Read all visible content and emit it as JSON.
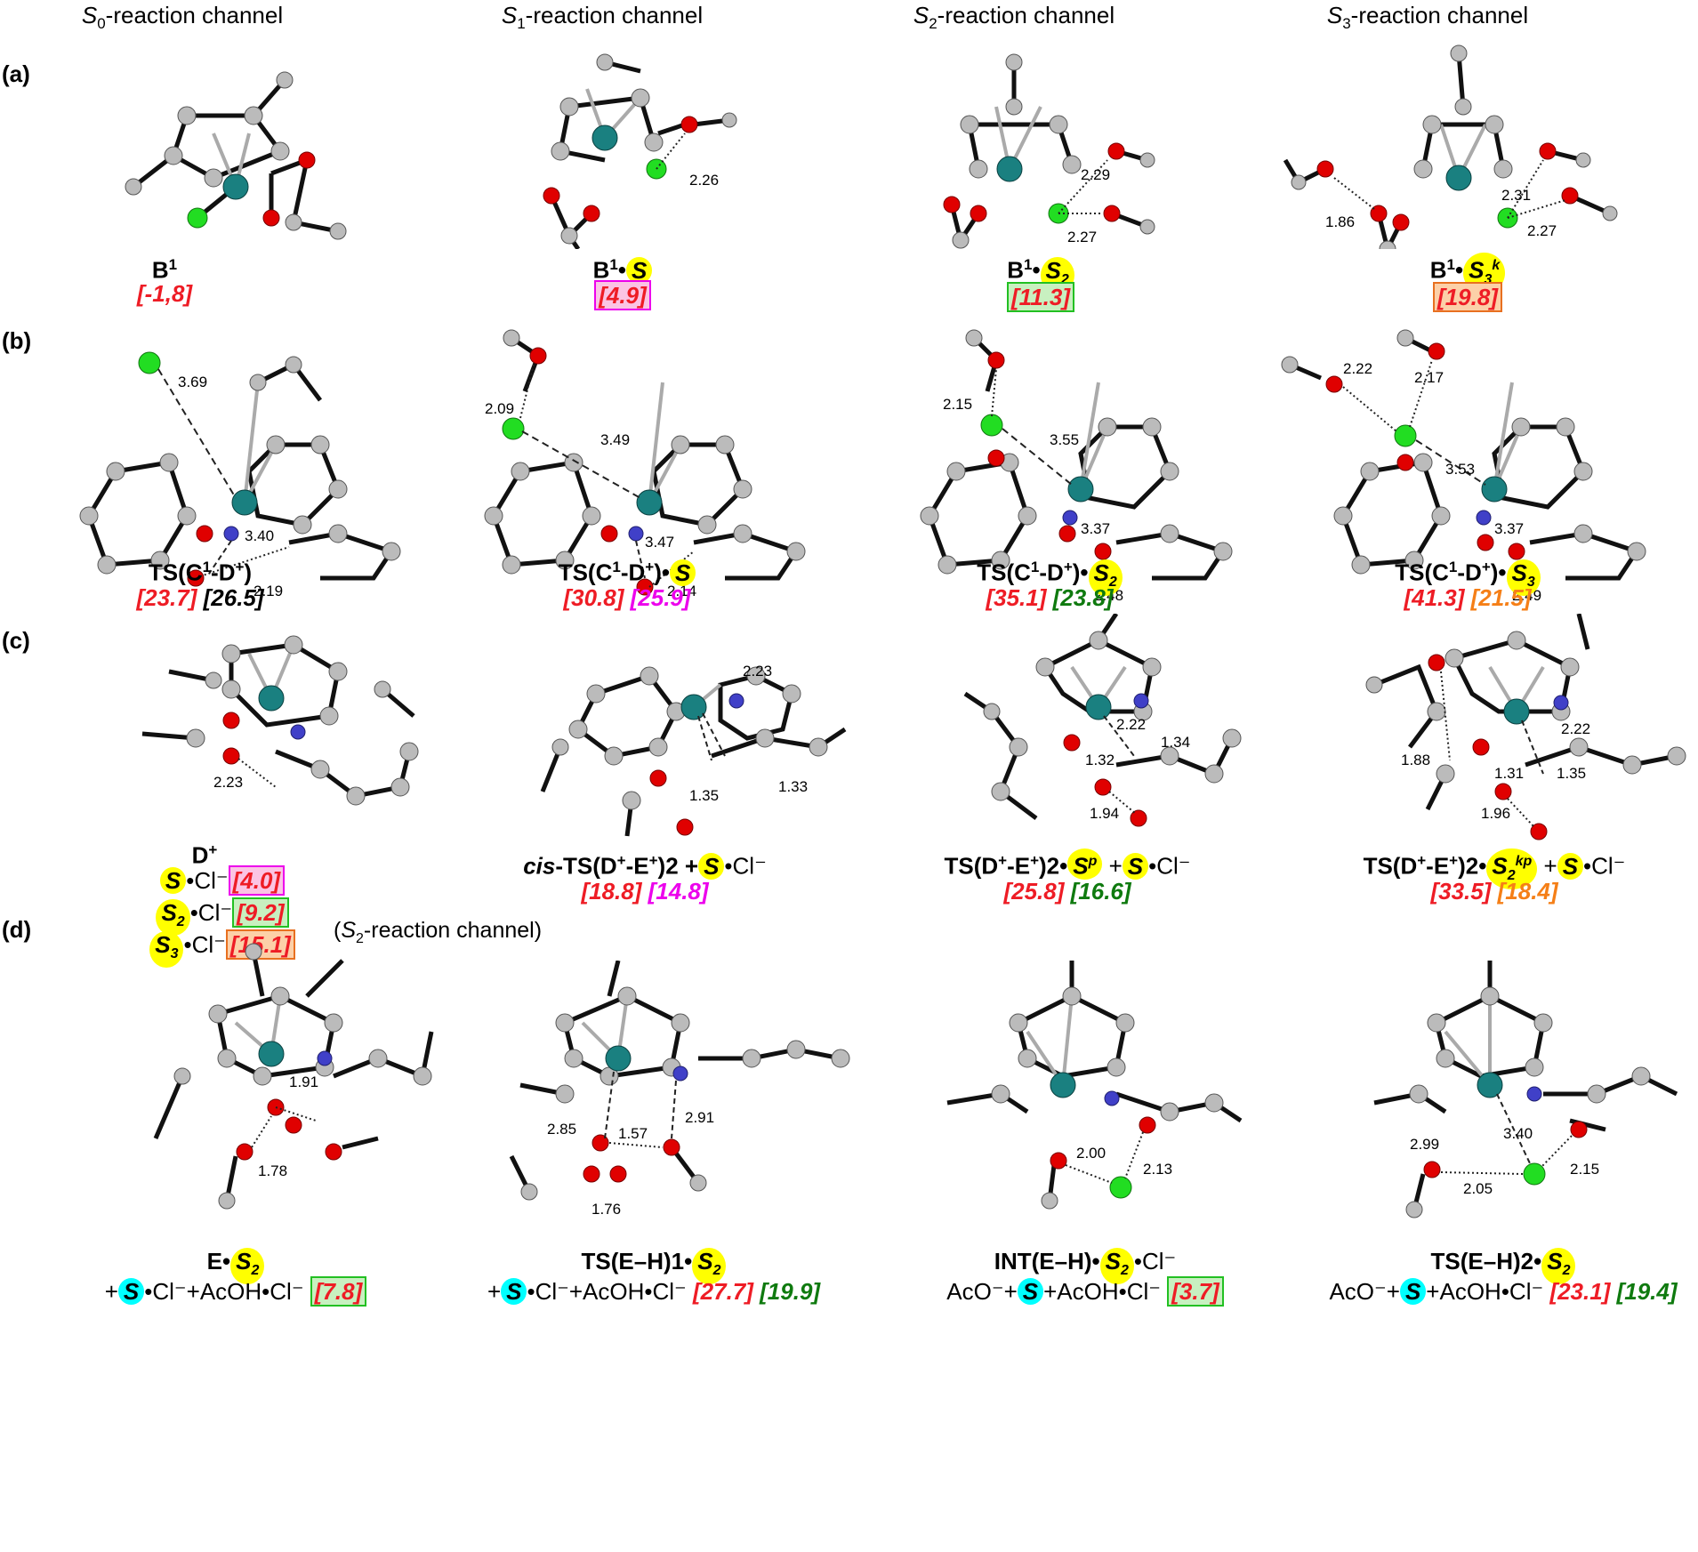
{
  "columns": [
    {
      "sym": "S",
      "sub": "0",
      "rest": "-reaction channel"
    },
    {
      "sym": "S",
      "sub": "1",
      "rest": "-reaction channel"
    },
    {
      "sym": "S",
      "sub": "2",
      "rest": "-reaction channel"
    },
    {
      "sym": "S",
      "sub": "3",
      "rest": "-reaction channel"
    }
  ],
  "rows": [
    "(a)",
    "(b)",
    "(c)",
    "(d)"
  ],
  "row_d_subtitle": {
    "open": "(",
    "sym": "S",
    "sub": "2",
    "rest": "-reaction channel)"
  },
  "row_a": {
    "c1": {
      "label": "B",
      "sup": "1",
      "energy": "[-1,8]"
    },
    "c2": {
      "label": "B",
      "sup": "1",
      "dot": "•",
      "s": "S",
      "energy": "[4.9]",
      "d1": "2.26"
    },
    "c3": {
      "label": "B",
      "sup": "1",
      "dot": "•",
      "s": "S",
      "ssub": "2",
      "energy": "[11.3]",
      "d1": "2.29",
      "d2": "2.27"
    },
    "c4": {
      "label": "B",
      "sup": "1",
      "dot": "•",
      "s": "S",
      "ssub": "3",
      "ssup": "k",
      "energy": "[19.8]",
      "d1": "1.86",
      "d2": "2.31",
      "d3": "2.27"
    }
  },
  "row_b": {
    "c1": {
      "pre": "TS(C",
      "sup1": "1",
      "mid": "-D",
      "sup2": "+",
      "post": ")",
      "e1": "[23.7]",
      "e2": "[26.5]",
      "d1": "3.69",
      "d2": "3.40",
      "d3": "2.19"
    },
    "c2": {
      "pre": "TS(C",
      "sup1": "1",
      "mid": "-D",
      "sup2": "+",
      "post": ")•",
      "s": "S",
      "e1": "[30.8]",
      "e2": "[25.9]",
      "d1": "2.09",
      "d2": "3.49",
      "d3": "3.47",
      "d4": "2.14"
    },
    "c3": {
      "pre": "TS(C",
      "sup1": "1",
      "mid": "-D",
      "sup2": "+",
      "post": ")•",
      "s": "S",
      "ssub": "2",
      "e1": "[35.1]",
      "e2": "[23.8]",
      "d1": "2.15",
      "d2": "3.55",
      "d3": "3.37",
      "d4": "2.48"
    },
    "c4": {
      "pre": "TS(C",
      "sup1": "1",
      "mid": "-D",
      "sup2": "+",
      "post": ")•",
      "s": "S",
      "ssub": "3",
      "e1": "[41.3]",
      "e2": "[21.5]",
      "d1": "2.22",
      "d2": "2.17",
      "d3": "3.53",
      "d4": "3.37",
      "d5": "2.49"
    }
  },
  "row_c": {
    "c1": {
      "label": "D",
      "sup": "+",
      "d1": "2.23",
      "lines": [
        {
          "s": "S",
          "ssub": "",
          "tail": "•Cl⁻",
          "energy": "[4.0]"
        },
        {
          "s": "S",
          "ssub": "2",
          "tail": "•Cl⁻",
          "energy": "[9.2]"
        },
        {
          "s": "S",
          "ssub": "3",
          "tail": "•Cl⁻",
          "energy": "[15.1]"
        }
      ]
    },
    "c2": {
      "italic": "cis",
      "pre": "-TS(D",
      "sup1": "+",
      "mid": "-E",
      "sup2": "+",
      "post": ")2 +",
      "s": "S",
      "tail": "•Cl⁻",
      "e1": "[18.8]",
      "e2": "[14.8]",
      "d1": "2.23",
      "d2": "1.33",
      "d3": "1.35"
    },
    "c3": {
      "pre": "TS(D",
      "sup1": "+",
      "mid": "-E",
      "sup2": "+",
      "post": ")2•",
      "s": "S",
      "ssup": "p",
      "plus": " +",
      "s2": "S",
      "tail": "•Cl⁻",
      "e1": "[25.8]",
      "e2": "[16.6]",
      "d1": "2.22",
      "d2": "1.34",
      "d3": "1.32",
      "d4": "1.94"
    },
    "c4": {
      "pre": "TS(D",
      "sup1": "+",
      "mid": "-E",
      "sup2": "+",
      "post": ")2•",
      "s": "S",
      "ssub": "2",
      "ssup": "kp",
      "plus": " +",
      "s2": "S",
      "tail": "•Cl⁻",
      "e1": "[33.5]",
      "e2": "[18.4]",
      "d1": "1.88",
      "d2": "2.22",
      "d3": "1.31",
      "d4": "1.35",
      "d5": "1.96"
    }
  },
  "row_d": {
    "c1": {
      "l1": "E•",
      "s": "S",
      "ssub": "2",
      "l2pre": "+",
      "s2": "S",
      "l2tail": "•Cl⁻+AcOH•Cl⁻ ",
      "energy": "[7.8]",
      "d1": "1.91",
      "d2": "1.78"
    },
    "c2": {
      "l1": "TS(E–H)1•",
      "s": "S",
      "ssub": "2",
      "l2pre": "+",
      "s2": "S",
      "l2tail": "•Cl⁻+AcOH•Cl⁻ ",
      "e1": "[27.7]",
      "e2": "[19.9]",
      "d1": "2.85",
      "d2": "1.57",
      "d3": "2.91",
      "d4": "1.76"
    },
    "c3": {
      "l1": "INT(E–H)•",
      "s": "S",
      "ssub": "2",
      "l1tail": "•Cl⁻",
      "l2pre": "AcO⁻+",
      "s2": "S",
      "l2tail": "+AcOH•Cl⁻ ",
      "energy": "[3.7]",
      "d1": "2.00",
      "d2": "2.13"
    },
    "c4": {
      "l1": "TS(E–H)2•",
      "s": "S",
      "ssub": "2",
      "l2pre": "AcO⁻+",
      "s2": "S",
      "l2tail": "+AcOH•Cl⁻ ",
      "e1": "[23.1]",
      "e2": "[19.4]",
      "d1": "2.99",
      "d2": "3.40",
      "d3": "2.05",
      "d4": "2.15"
    }
  },
  "atom_colors": {
    "carbon": "#b8b8b8",
    "hydrogen": "#e6e6e6",
    "oxygen": "#e00000",
    "chlorine": "#22dd22",
    "nitrogen": "#4040c8",
    "metal": "#1a8080"
  },
  "highlight_colors": {
    "solvent": "#ffff00",
    "free_solvent": "#00ffff"
  }
}
